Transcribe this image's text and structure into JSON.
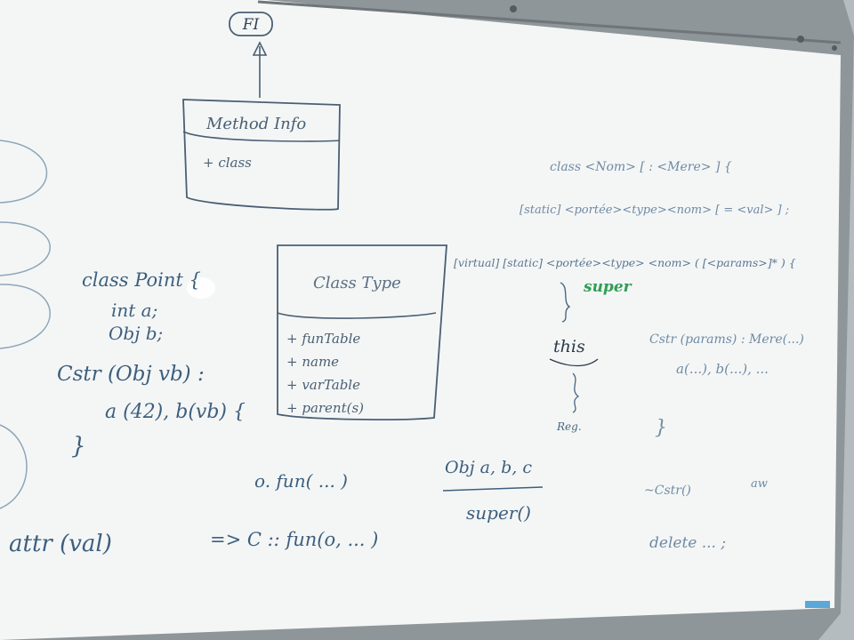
{
  "colors": {
    "board": "#f4f6f6",
    "frame": "#8e9699",
    "wall": "#b4bcbf",
    "ink_blue": "#3d5f7d",
    "ink_faint": "#6f8aa3",
    "ink_green": "#2f9e52",
    "ink_dark": "#2a3a4a"
  },
  "uml": {
    "interface_label": "FI",
    "method_info": {
      "title": "Method Info",
      "member": "+ class"
    },
    "class_type": {
      "title": "Class Type",
      "members": [
        "+ funTable",
        "+ name",
        "+ varTable",
        "+ parent(s)"
      ]
    }
  },
  "code_left": {
    "line1": "class Point {",
    "line2": "int a;",
    "line3": "Obj b;",
    "line4": "Cstr (Obj vb) :",
    "line5": "a (42), b(vb) {",
    "line6": "}",
    "line7": "attr (val)"
  },
  "code_middle": {
    "call": "o. fun( ... )",
    "translated": "=> C :: fun(o, ... )"
  },
  "code_center": {
    "decl": "Obj a, b, c",
    "super_call": "super()"
  },
  "grammar": {
    "line1": "class <Nom> [ : <Mere> ] {",
    "line2": "[static]  <portée><type><nom> [ = <val> ] ;",
    "line3": "[virtual] [static] <portée><type> <nom> ( [<params>]* ) {",
    "super_word": "super",
    "this_word": "this",
    "reg_word": "Reg.",
    "ctor_line1": "Cstr (params) : Mere(...)",
    "ctor_line2": "a(...), b(...), ...",
    "close_brace": "}",
    "dtor": "~Cstr()",
    "dtor_note": "aw",
    "delete": "delete ... ;"
  }
}
